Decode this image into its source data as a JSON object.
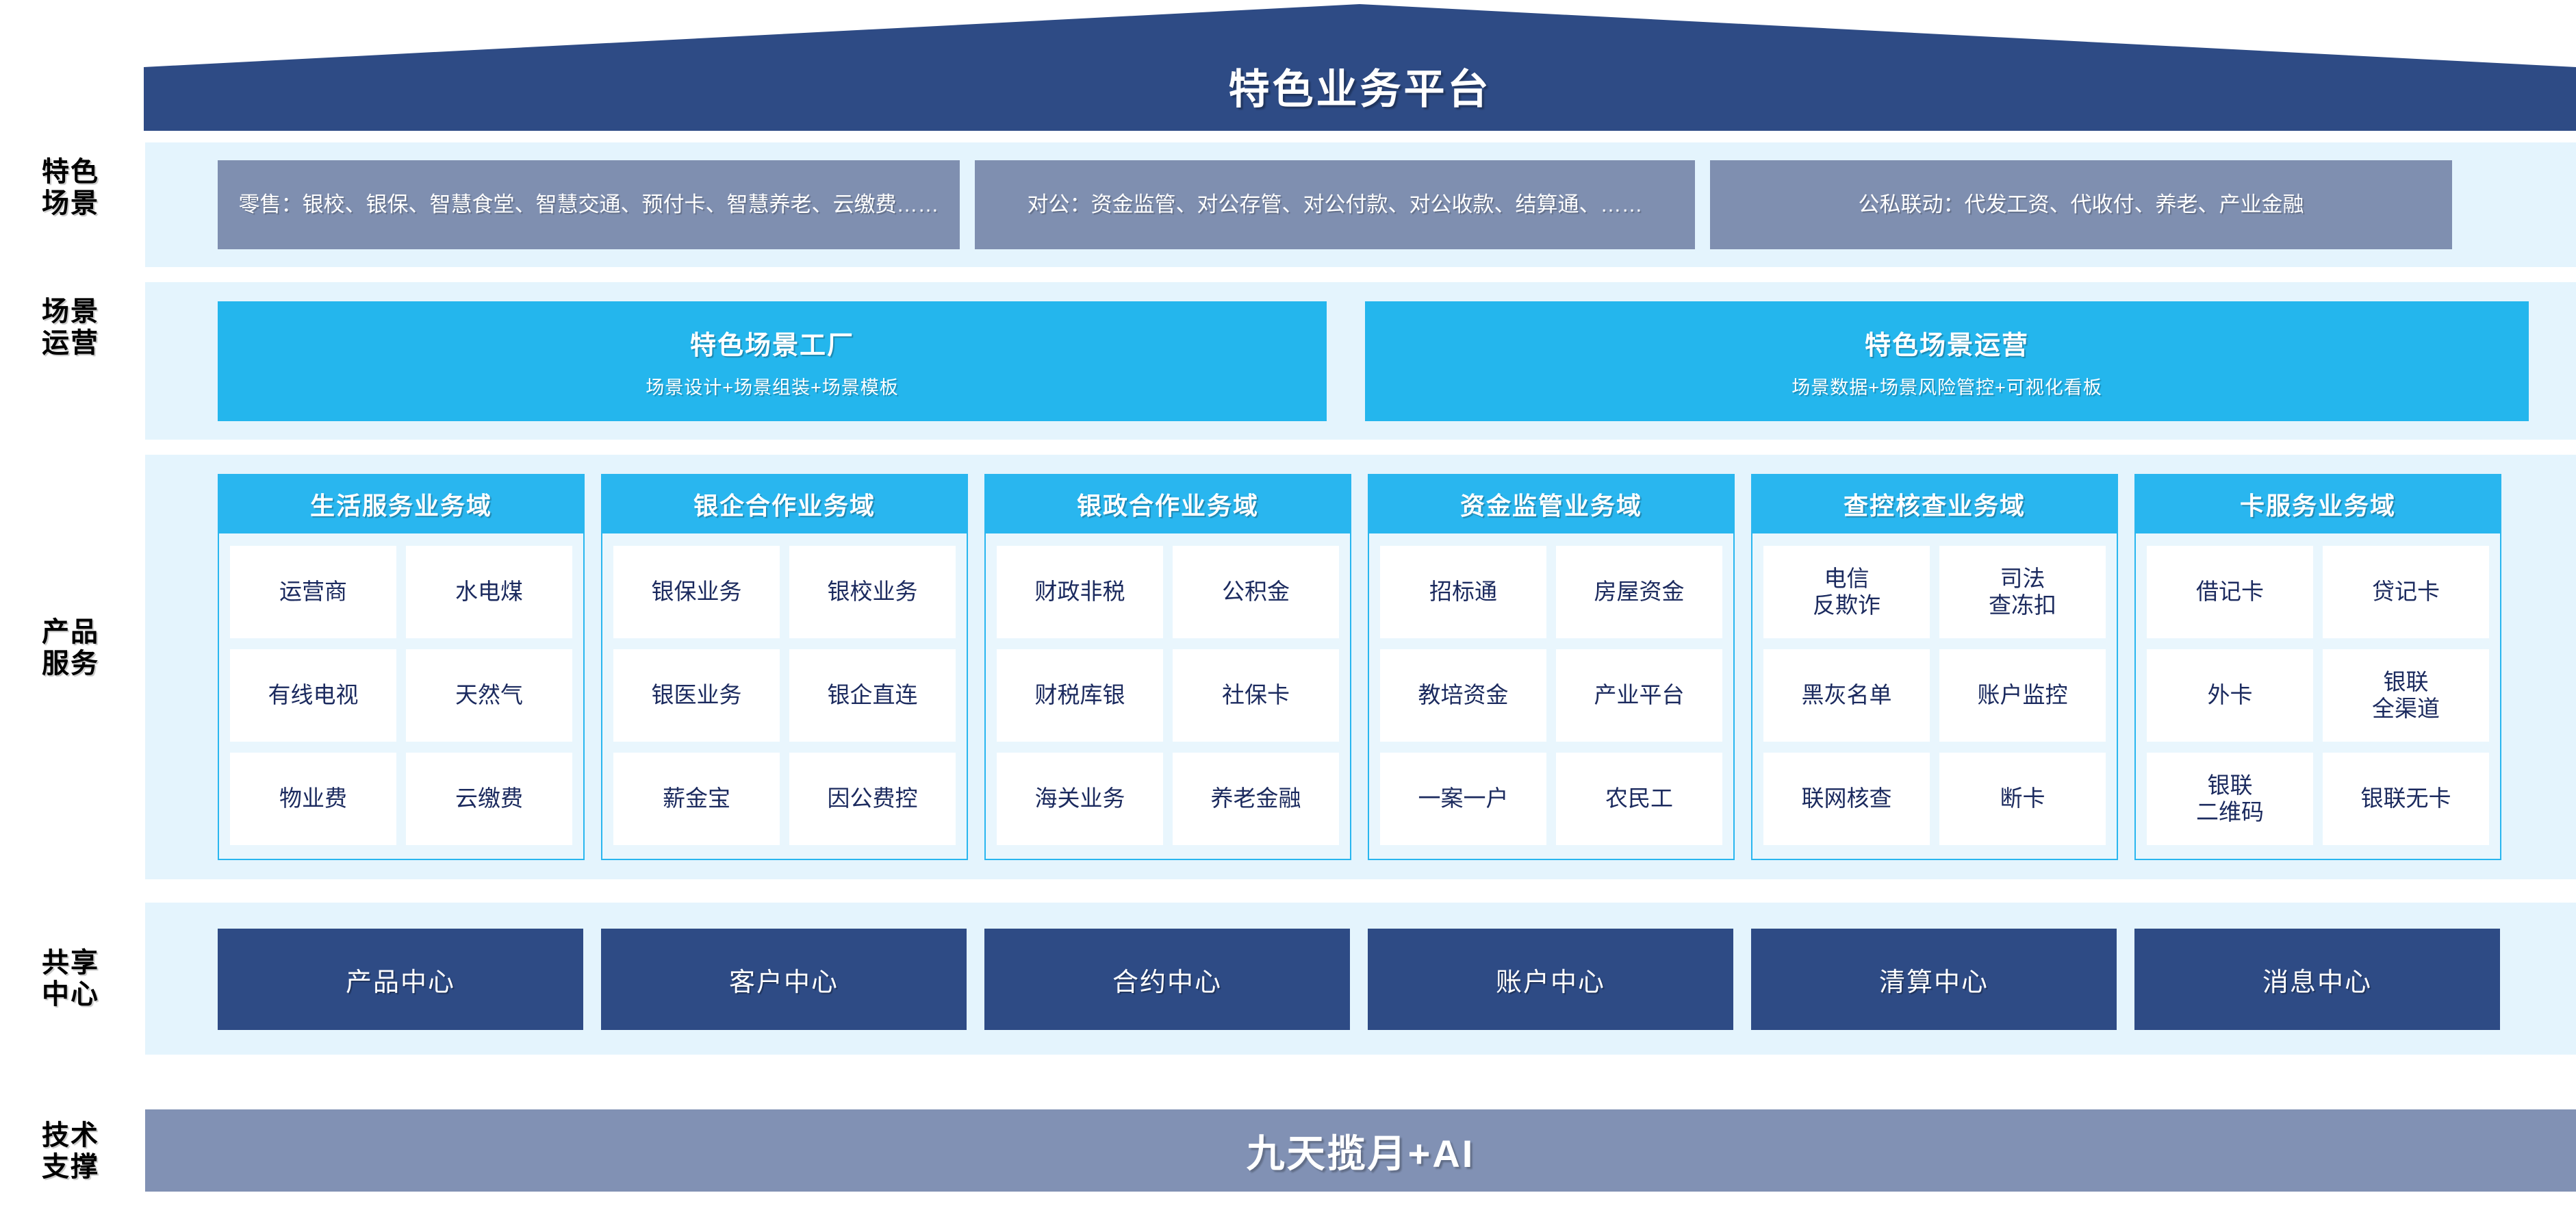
{
  "header": {
    "title": "特色业务平台"
  },
  "row_labels": {
    "scenes": "特色\n场景",
    "operations": "场景\n运营",
    "products": "产品\n服务",
    "shared": "共享\n中心",
    "tech": "技术\n支撑"
  },
  "scenes": [
    {
      "label": "零售：银校、银保、智慧食堂、智慧交通、预付卡、智慧养老、云缴费……"
    },
    {
      "label": "对公：资金监管、对公存管、对公付款、对公收款、结算通、……"
    },
    {
      "label": "公私联动：代发工资、代收付、养老、产业金融"
    }
  ],
  "operations": [
    {
      "title": "特色场景工厂",
      "subtitle": "场景设计+场景组装+场景模板"
    },
    {
      "title": "特色场景运营",
      "subtitle": "场景数据+场景风险管控+可视化看板"
    }
  ],
  "domains": [
    {
      "title": "生活服务业务域",
      "items": [
        "运营商",
        "水电煤",
        "有线电视",
        "天然气",
        "物业费",
        "云缴费"
      ]
    },
    {
      "title": "银企合作业务域",
      "items": [
        "银保业务",
        "银校业务",
        "银医业务",
        "银企直连",
        "薪金宝",
        "因公费控"
      ]
    },
    {
      "title": "银政合作业务域",
      "items": [
        "财政非税",
        "公积金",
        "财税库银",
        "社保卡",
        "海关业务",
        "养老金融"
      ]
    },
    {
      "title": "资金监管业务域",
      "items": [
        "招标通",
        "房屋资金",
        "教培资金",
        "产业平台",
        "一案一户",
        "农民工"
      ]
    },
    {
      "title": "查控核查业务域",
      "items": [
        "电信\n反欺诈",
        "司法\n查冻扣",
        "黑灰名单",
        "账户监控",
        "联网核查",
        "断卡"
      ]
    },
    {
      "title": "卡服务业务域",
      "items": [
        "借记卡",
        "贷记卡",
        "外卡",
        "银联\n全渠道",
        "银联\n二维码",
        "银联无卡"
      ]
    }
  ],
  "shared_centers": [
    {
      "label": "产品中心"
    },
    {
      "label": "客户中心"
    },
    {
      "label": "合约中心"
    },
    {
      "label": "账户中心"
    },
    {
      "label": "清算中心"
    },
    {
      "label": "消息中心"
    }
  ],
  "tech_support": {
    "label": "九天揽月+AI"
  },
  "colors": {
    "roof": "#2e4b85",
    "band": "#e4f4fd",
    "scene_box": "#7f8fb0",
    "cyan": "#24b6ed",
    "center": "#2e4b85",
    "tech": "#8191b4",
    "text_dark": "#1b2a5e"
  }
}
